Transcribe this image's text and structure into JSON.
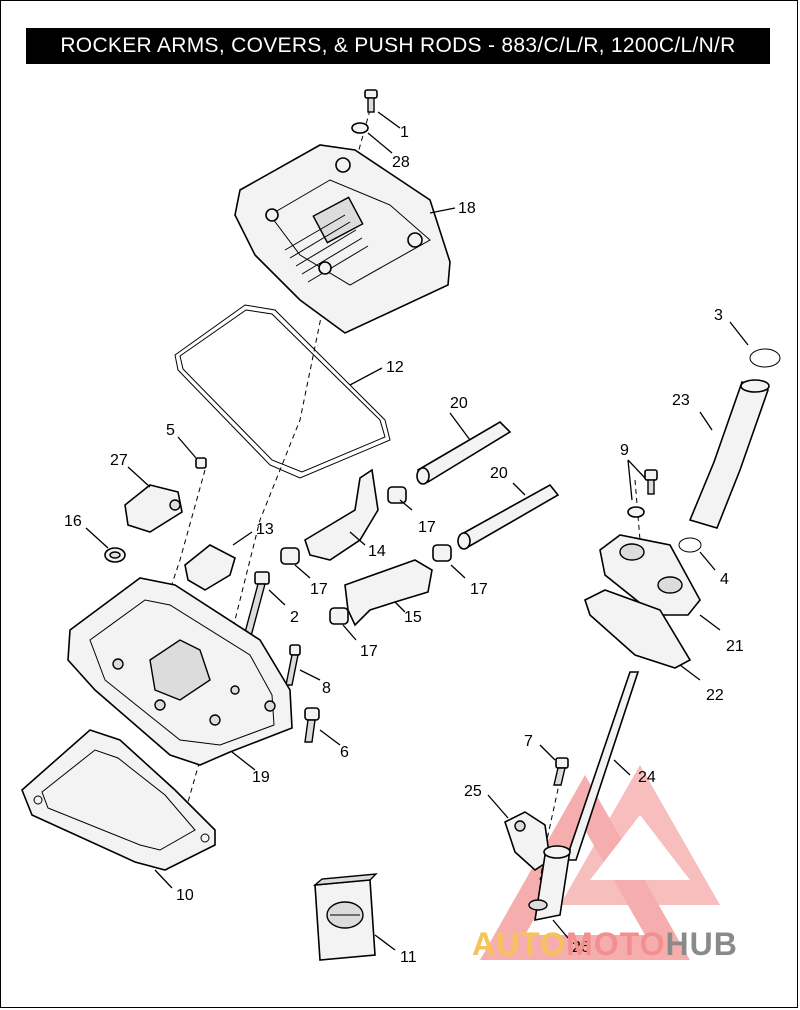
{
  "title": "ROCKER ARMS, COVERS, & PUSH RODS - 883/C/L/R, 1200C/L/N/R",
  "callouts": {
    "c1": "1",
    "c28": "28",
    "c18": "18",
    "c3": "3",
    "c12": "12",
    "c23": "23",
    "c20a": "20",
    "c20b": "20",
    "c5": "5",
    "c27": "27",
    "c9": "9",
    "c16": "16",
    "c13": "13",
    "c14": "14",
    "c17a": "17",
    "c17b": "17",
    "c17c": "17",
    "c17d": "17",
    "c4": "4",
    "c2": "2",
    "c15": "15",
    "c21": "21",
    "c8": "8",
    "c22": "22",
    "c7": "7",
    "c6": "6",
    "c19": "19",
    "c24": "24",
    "c25": "25",
    "c10": "10",
    "c11": "11",
    "c26": "26"
  },
  "watermark": {
    "part1": "AUTO",
    "part2": "MOTO",
    "part3": "HUB",
    "colors": {
      "auto": "#f6c35a",
      "moto": "#f29090",
      "hub": "#8a8a8a"
    }
  }
}
